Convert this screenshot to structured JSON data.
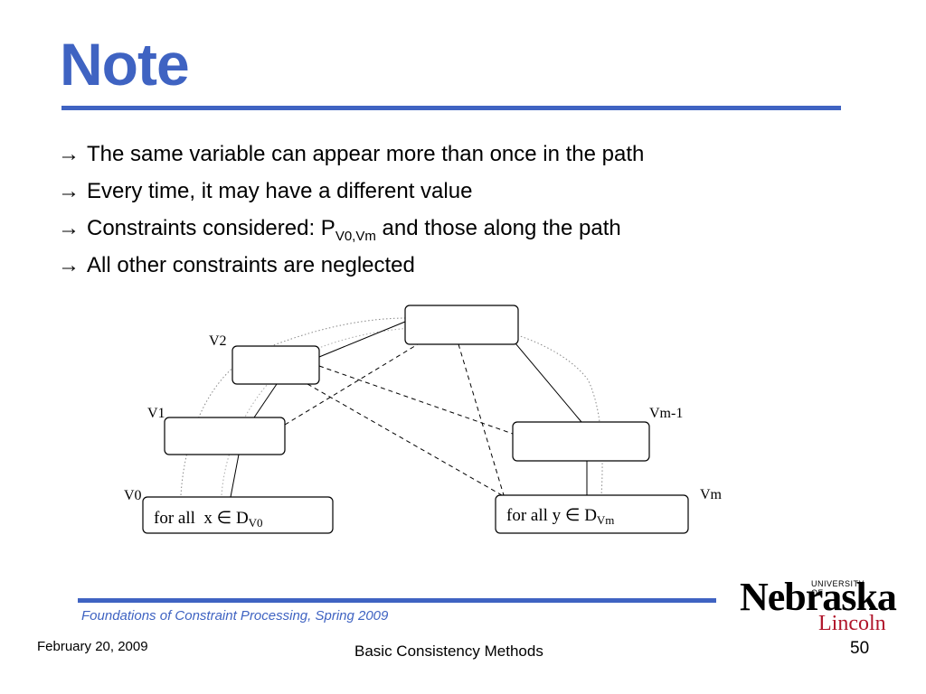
{
  "slide": {
    "title": "Note",
    "bullets": [
      {
        "arrow": "→",
        "text": "The same variable can appear more than once in the path"
      },
      {
        "arrow": "→",
        "text": "Every time, it may have a different value"
      },
      {
        "arrow": "→",
        "text_before": "Constraints considered: P",
        "subscript": "V0,Vm",
        "text_after": " and those along the path"
      },
      {
        "arrow": "→",
        "text": "All other constraints are neglected"
      }
    ]
  },
  "diagram": {
    "labels": {
      "v0": "V0",
      "v1": "V1",
      "v2": "V2",
      "vm1": "Vm-1",
      "vm": "Vm"
    },
    "box_v0": {
      "text": "for all  x ∈ D",
      "sub": "V0"
    },
    "box_vm": {
      "text": "for all y ∈ D",
      "sub": "Vm"
    }
  },
  "footer": {
    "course": "Foundations of Constraint Processing, Spring 2009",
    "date": "February 20, 2009",
    "title": "Basic Consistency Methods",
    "page": "50"
  },
  "logo": {
    "university": "UNIVERSITY OF",
    "name": "Nebraska",
    "campus": "Lincoln"
  },
  "colors": {
    "accent": "#3f63c2",
    "logo_red": "#b0152a"
  }
}
